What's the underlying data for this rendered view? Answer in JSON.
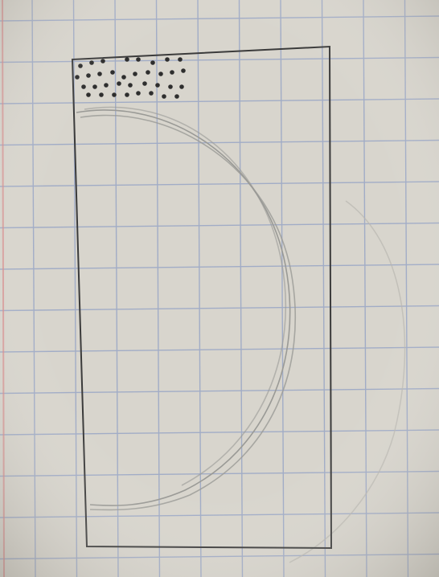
{
  "paper": {
    "type": "graph paper",
    "background": "#d8d5cd",
    "grid_color": "#8f9fc4",
    "margin_line_color": "#d98b8b"
  },
  "sketch": {
    "stroke_color": "#3b3b3b",
    "dot_color": "#2e2e2e",
    "curve_color": "#9a9a96",
    "shapes": [
      "rectangle-outline",
      "dotted-corner-block",
      "arc-curve"
    ]
  }
}
